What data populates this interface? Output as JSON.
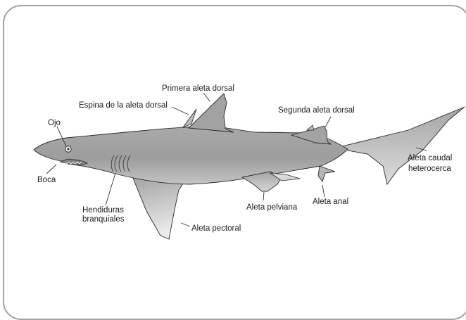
{
  "labels": {
    "primera_aleta_dorsal": "Primera aleta dorsal",
    "espina_aleta_dorsal": "Espina de la aleta dorsal",
    "segunda_aleta_dorsal": "Segunda aleta dorsal",
    "ojo": "Ojo",
    "boca": "Boca",
    "aleta_caudal_line1": "Aleta caudal",
    "aleta_caudal_line2": "heterocerca",
    "hendiduras_line1": "Hendiduras",
    "hendiduras_line2": "branquiales",
    "aleta_pelviana": "Aleta pelviana",
    "aleta_anal": "Aleta anal",
    "aleta_pectoral": "Aleta pectoral"
  },
  "colors": {
    "body_light": "#b5b5b5",
    "body_dark": "#8f8f8f",
    "fin_light": "#e6e6e6",
    "outline": "#2a2a2a",
    "frame": "#a3a3a3"
  }
}
